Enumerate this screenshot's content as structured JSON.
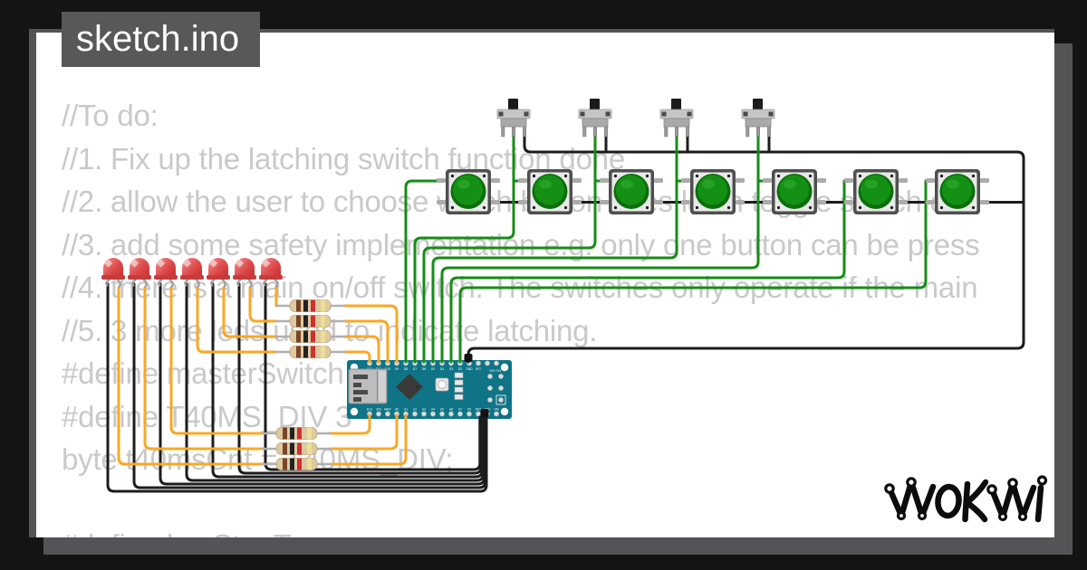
{
  "file_tab": {
    "title": "sketch.ino"
  },
  "code": {
    "lines": [
      "//To do:",
      "//1. Fix up the latching switch function done",
      "//2. allow the user to choose which button uses latch toggle switch dor",
      "//3. add some safety implementation e.g. only one button can be press",
      "//4. there is a main on/off switch. The switches only operate if the main",
      "//5. 3 more leds used to indicate latching.",
      "#define masterSwitch",
      "#define T40MS_DIV 3",
      "byte t40msCnt = T40MS_DIV;",
      "",
      "#define keyStopT"
    ]
  },
  "watermark": {
    "text": "WOKWI"
  },
  "arduino": {
    "top_pin_labels": [
      "D12",
      "D11",
      "D10",
      "D9",
      "D8",
      "D7",
      "D6",
      "D5",
      "D4",
      "D3",
      "D2",
      "GND",
      "RST"
    ],
    "bottom_pin_labels": [
      "D13",
      "3V3",
      "AREF",
      "A0",
      "A1",
      "A2",
      "A3",
      "A4",
      "A5",
      "A6",
      "A7",
      "5V",
      "RST",
      "GND",
      "VIN"
    ],
    "aux_label": "RX0 TX1"
  },
  "components": {
    "leds": 7,
    "buttons": 7,
    "switches": 4,
    "resistors": 7
  },
  "colors": {
    "bg_black": "#141414",
    "frame_gray": "#545456",
    "tab_gray": "#58585a",
    "code_text": "#c9c9c9",
    "wire_green": "#178c17",
    "wire_orange": "#f9a825",
    "wire_black": "#1c1c1c",
    "lead_gray": "#9e9e9e",
    "board_teal": "#0e7486",
    "led_red": "#d63a3a",
    "button_green": "#149114",
    "resistor_body": "#decaa0",
    "logo_black": "#0c0c0c"
  }
}
